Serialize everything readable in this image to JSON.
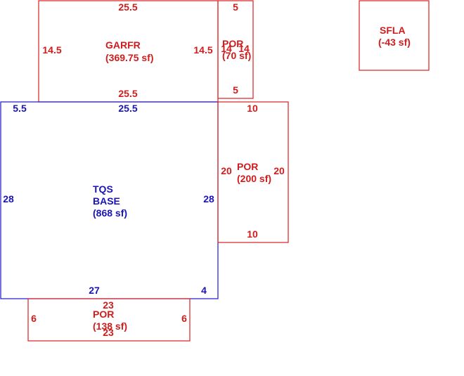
{
  "colors": {
    "red": "#dd1f1f",
    "blue": "#1a14cc"
  },
  "garfr": {
    "name": "GARFR",
    "area": "(369.75 sf)",
    "dims": {
      "top": "25.5",
      "bottom": "25.5",
      "left": "14.5",
      "right": "14.5"
    }
  },
  "por_small": {
    "name": "POR",
    "area": "(70 sf)",
    "dims": {
      "top": "5",
      "bottom": "5",
      "left": "14",
      "right": "14"
    }
  },
  "sfla": {
    "name": "SFLA",
    "area": "(-43 sf)"
  },
  "base": {
    "name1": "TQS",
    "name2": "BASE",
    "area": "(868 sf)",
    "dims": {
      "top": "25.5",
      "top_left": "5.5",
      "left": "28",
      "right": "28",
      "bottom": "27",
      "bottom_right": "4"
    }
  },
  "por_right": {
    "name": "POR",
    "area": "(200 sf)",
    "dims": {
      "top": "10",
      "bottom": "10",
      "left": "20",
      "right": "20"
    }
  },
  "por_bottom": {
    "name": "POR",
    "area": "(138 sf)",
    "dims": {
      "top": "23",
      "bottom": "23",
      "left": "6",
      "right": "6"
    }
  }
}
